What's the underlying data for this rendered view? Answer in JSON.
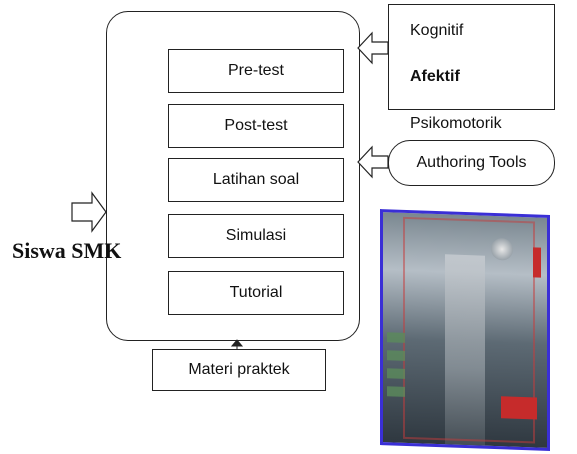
{
  "diagram": {
    "menu_items": [
      "Pre-test",
      "Post-test",
      "Latihan soal",
      "Simulasi",
      "Tutorial"
    ],
    "domains": {
      "kognitif": "Kognitif",
      "afektif": "Afektif",
      "psikomotorik": "Psikomotorik"
    },
    "authoring_tools": "Authoring Tools",
    "materi": "Materi praktek",
    "siswa": "Siswa SMK"
  },
  "colors": {
    "screenshot_border": "#3a2fd6",
    "line": "#222222"
  }
}
